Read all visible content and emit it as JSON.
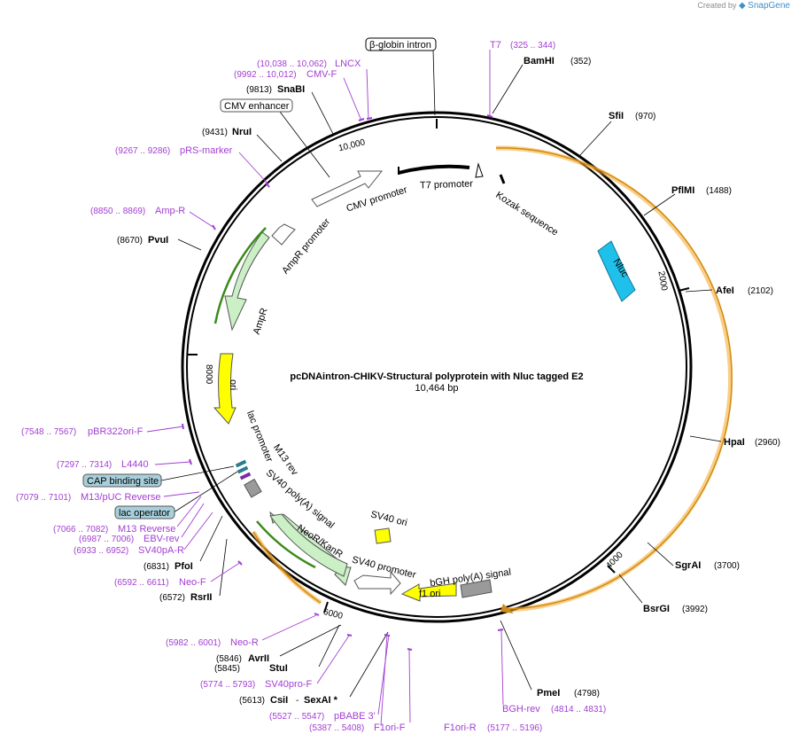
{
  "credit": {
    "prefix": "Created by",
    "brand": "SnapGene"
  },
  "map": {
    "title": "pcDNAintron-CHIKV-Structural polyprotein with Nluc tagged E2",
    "length": "10,464 bp",
    "tick_labels": [
      "10,000",
      "2000",
      "4000",
      "6000",
      "8000"
    ]
  },
  "sites": [
    {
      "name": "BamHI",
      "pos": "(352)"
    },
    {
      "name": "SfiI",
      "pos": "(970)"
    },
    {
      "name": "PflMI",
      "pos": "(1488)"
    },
    {
      "name": "AfeI",
      "pos": "(2102)"
    },
    {
      "name": "HpaI",
      "pos": "(2960)"
    },
    {
      "name": "SgrAI",
      "pos": "(3700)"
    },
    {
      "name": "BsrGI",
      "pos": "(3992)"
    },
    {
      "name": "PmeI",
      "pos": "(4798)"
    },
    {
      "name": "SnaBI",
      "pos": "(9813)"
    },
    {
      "name": "NruI",
      "pos": "(9431)"
    },
    {
      "name": "PvuI",
      "pos": "(8670)"
    },
    {
      "name": "PfoI",
      "pos": "(6831)"
    },
    {
      "name": "RsrII",
      "pos": "(6572)"
    },
    {
      "name": "AvrII",
      "pos": "(5846)"
    },
    {
      "name": "StuI",
      "pos": "(5845)"
    },
    {
      "name": "CsiI",
      "pos": "(5613)"
    },
    {
      "name": "SexAI *",
      "pos": ""
    }
  ],
  "primers": [
    {
      "name": "T7",
      "pos": "(325 .. 344)"
    },
    {
      "name": "LNCX",
      "pos": "(10,038 .. 10,062)"
    },
    {
      "name": "CMV-F",
      "pos": "(9992 .. 10,012)"
    },
    {
      "name": "pRS-marker",
      "pos": "(9267 .. 9286)"
    },
    {
      "name": "Amp-R",
      "pos": "(8850 .. 8869)"
    },
    {
      "name": "pBR322ori-F",
      "pos": "(7548 .. 7567)"
    },
    {
      "name": "L4440",
      "pos": "(7297 .. 7314)"
    },
    {
      "name": "M13/pUC Reverse",
      "pos": "(7079 .. 7101)"
    },
    {
      "name": "M13 Reverse",
      "pos": "(7066 .. 7082)"
    },
    {
      "name": "EBV-rev",
      "pos": "(6987 .. 7006)"
    },
    {
      "name": "SV40pA-R",
      "pos": "(6933 .. 6952)"
    },
    {
      "name": "Neo-F",
      "pos": "(6592 .. 6611)"
    },
    {
      "name": "Neo-R",
      "pos": "(5982 .. 6001)"
    },
    {
      "name": "SV40pro-F",
      "pos": "(5774 .. 5793)"
    },
    {
      "name": "pBABE 3'",
      "pos": "(5527 .. 5547)"
    },
    {
      "name": "F1ori-F",
      "pos": "(5387 .. 5408)"
    },
    {
      "name": "F1ori-R",
      "pos": "(5177 .. 5196)"
    },
    {
      "name": "BGH-rev",
      "pos": "(4814 .. 4831)"
    }
  ],
  "boxed_labels": [
    "β-globin intron",
    "CMV enhancer",
    "CAP binding site",
    "lac operator"
  ],
  "features": [
    "CMV promoter",
    "T7 promoter",
    "Kozak sequence",
    "Nluc",
    "AmpR promoter",
    "AmpR",
    "ori",
    "lac promoter",
    "M13 rev",
    "SV40 poly(A) signal",
    "NeoR/KanR",
    "SV40 promoter",
    "SV40 ori",
    "bGH poly(A) signal",
    "f1 ori"
  ],
  "colors": {
    "primer": "#a23ed2",
    "orf": "#f5a623",
    "orf_fill": "#f7dcb0",
    "nluc": "#1fc0ea",
    "amp_fill": "#cbf0c6",
    "amp_line": "#3a8a1a",
    "ori": "#ffff00",
    "grey": "#9a9a9a",
    "boxed_light": "#ffffff",
    "boxed_teal": "#a8d0dc"
  }
}
